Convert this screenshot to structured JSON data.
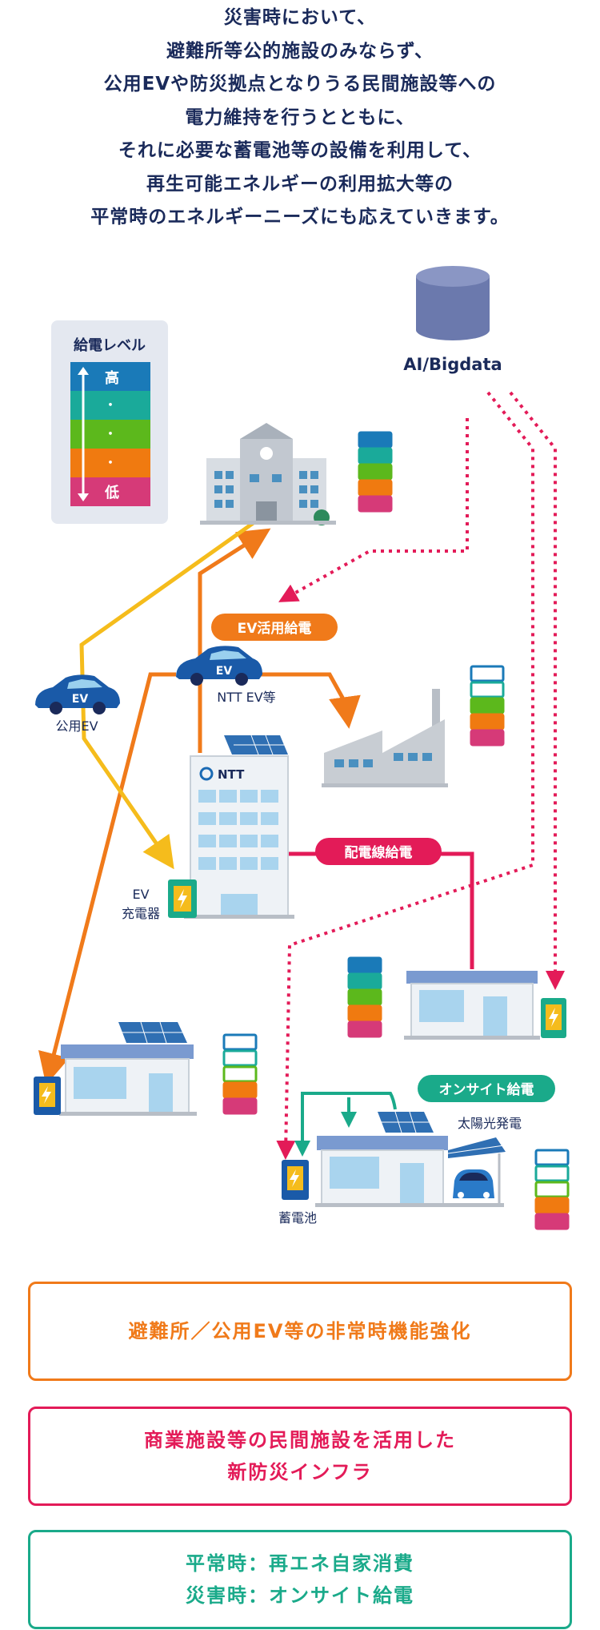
{
  "intro": {
    "lines": [
      "災害時において、",
      "避難所等公的施設のみならず、",
      "公用EVや防災拠点となりうる民間施設等への",
      "電力維持を行うとともに、",
      "それに必要な蓄電池等の設備を利用して、",
      "再生可能エネルギーの利用拡大等の",
      "平常時のエネルギーニーズにも応えていきます。"
    ]
  },
  "legend": {
    "title": "給電レベル",
    "high": "高",
    "dot": "・",
    "low": "低"
  },
  "labels": {
    "ai": "AI/Bigdata",
    "ev_use": "EV活用給電",
    "distribution": "配電線給電",
    "onsite": "オンサイト給電",
    "public_ev": "公用EV",
    "ntt_ev": "NTT EV等",
    "ev_charger_line1": "EV",
    "ev_charger_line2": "充電器",
    "solar": "太陽光発電",
    "storage": "蓄電池",
    "ntt": "NTT",
    "ev": "EV"
  },
  "boxes": {
    "emergency": [
      "避難所／公用EV等の非常時機能強化"
    ],
    "private": [
      "商業施設等の民間施設を活用した",
      "新防災インフラ"
    ],
    "normal": [
      "平常時：再エネ自家消費",
      "災害時：オンサイト給電"
    ]
  },
  "colors": {
    "navy": "#1a2a5a",
    "orange": "#f07a1a",
    "yellow": "#f5bc1c",
    "red": "#e31b58",
    "green": "#1aaa8a",
    "level_blue": "#1a7ab8",
    "level_teal": "#1aaa9a",
    "level_green": "#5cb81c",
    "level_orange": "#f07a10",
    "level_pink": "#d63a78"
  }
}
